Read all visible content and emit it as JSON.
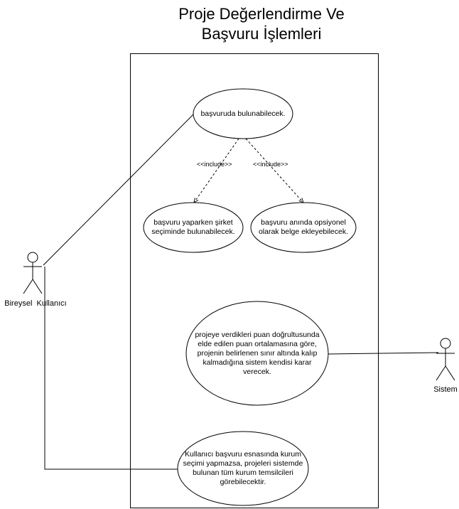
{
  "title": {
    "line1": "Proje Değerlendirme Ve",
    "line2": "Başvuru İşlemleri"
  },
  "actors": {
    "user": {
      "label": "Bireysel  Kullanıcı"
    },
    "system": {
      "label": "Sistem"
    }
  },
  "use_cases": {
    "uc1": "başvuruda bulunabilecek.",
    "uc2": "başvuru yaparken şirket seçiminde bulunabilecek.",
    "uc3": "başvuru anında opsiyonel olarak belge ekleyebilecek.",
    "uc4": "projeye verdikleri puan doğrultusunda elde edilen puan ortalamasına göre, projenin belirlenen sınır altında kalıp kalmadığına sistem kendisi karar verecek.",
    "uc5": "Kullanıcı başvuru esnasında kurum seçimi yapmazsa, projeleri sistemde bulunan tüm kurum temsilcileri görebilecektir."
  },
  "relations": {
    "include_left": "<<include>>",
    "include_right": "<<include>>"
  }
}
